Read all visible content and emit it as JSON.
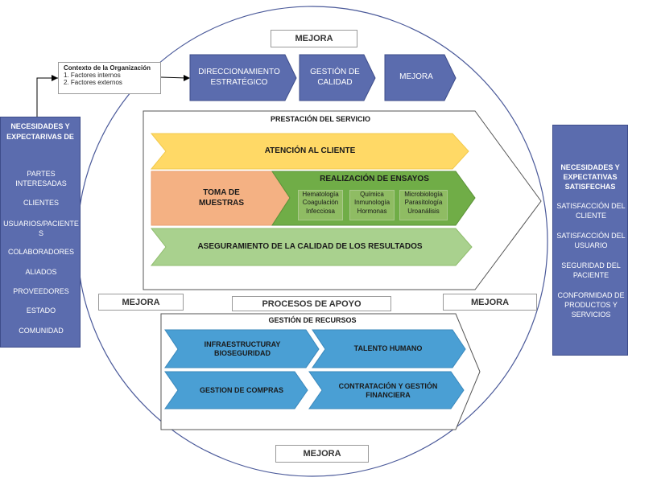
{
  "colors": {
    "navy": "#5b6cae",
    "yellow": "#ffd966",
    "orange": "#f4b183",
    "green": "#70ad47",
    "light_green": "#a9d18e",
    "blue": "#4a9fd4"
  },
  "mejora_labels": [
    "MEJORA",
    "MEJORA",
    "MEJORA",
    "MEJORA"
  ],
  "context": {
    "title": "Contexto de la Organización",
    "items": [
      "1. Factores internos",
      "2. Factores externos"
    ]
  },
  "left_panel": {
    "title_lines": [
      "NECESIDADES Y",
      "EXPECTARIVAS DE"
    ],
    "items": [
      "PARTES INTERESADAS",
      "CLIENTES",
      "USUARIOS/PACIENTES",
      "COLABORADORES",
      "ALIADOS",
      "PROVEEDORES",
      "ESTADO",
      "COMUNIDAD"
    ]
  },
  "right_panel": {
    "title_lines": [
      "NECESIDADES Y",
      "EXPECTATIVAS",
      "SATISFECHAS"
    ],
    "items": [
      "SATISFACCIÓN DEL CLIENTE",
      "SATISFACCIÓN DEL USUARIO",
      "SEGURIDAD DEL PACIENTE",
      "CONFORMIDAD DE PRODUCTOS Y SERVICIOS"
    ]
  },
  "top_process": [
    "DIRECCIONAMIENTO ESTRATÉGICO",
    "GESTIÓN DE CALIDAD",
    "MEJORA"
  ],
  "service": {
    "title": "PRESTACIÓN DEL SERVICIO",
    "atencion": "ATENCIÓN AL CLIENTE",
    "toma": "TOMA DE MUESTRAS",
    "realizacion": "REALIZACIÓN DE ENSAYOS",
    "ensayos": [
      [
        "Hematología",
        "Coagulación",
        "Infecciosa"
      ],
      [
        "Química",
        "Inmunología",
        "Hormonas"
      ],
      [
        "Microbiología",
        "Parasitología",
        "Uroanálisis"
      ]
    ],
    "aseguramiento": "ASEGURAMIENTO DE LA CALIDAD DE LOS RESULTADOS"
  },
  "support": {
    "title": "PROCESOS DE APOYO",
    "subtitle": "GESTIÓN DE RECURSOS",
    "items": [
      "INFRAESTRUCTURAY BIOSEGURIDAD",
      "TALENTO HUMANO",
      "GESTION DE COMPRAS",
      "CONTRATACIÓN Y GESTIÓN FINANCIERA"
    ]
  }
}
